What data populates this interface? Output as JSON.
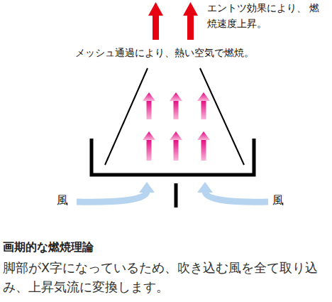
{
  "diagram": {
    "title": "画期的な燃焼理論",
    "caption": "脚部がX字になっているため、吹き込む風を全て取り込み、上昇気流に変換します。",
    "labels": [
      "エントツ効果により、 燃焼速度上昇。",
      "メッシュ通過により、熱い空気で燃焼。",
      "風",
      "風"
    ]
  }
}
